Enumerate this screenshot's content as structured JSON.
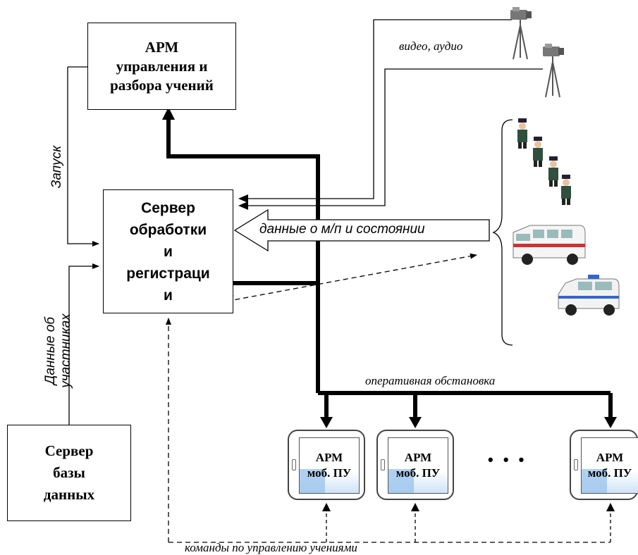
{
  "boxes": {
    "arm_control": [
      "АРМ",
      "управления и",
      "разбора учений"
    ],
    "server_processing": [
      "Сервер",
      "обработки",
      "и",
      "регистраци",
      "и"
    ],
    "server_db": [
      "Сервер",
      "базы",
      "данных"
    ]
  },
  "tablets": [
    {
      "line1": "АРМ",
      "line2": "моб. ПУ"
    },
    {
      "line1": "АРМ",
      "line2": "моб. ПУ"
    },
    {
      "line1": "АРМ",
      "line2": "моб. ПУ"
    }
  ],
  "labels": {
    "video_audio": "видео, аудио",
    "launch": "Запуск",
    "participants_data": [
      "Данные об",
      "участниках"
    ],
    "mp_state": "данные о м/п и состоянии",
    "operational": "оперативная обстановка",
    "commands": "команды по управлению учениями",
    "ellipsis": "• • •"
  },
  "icons": [
    "video-camera-icon",
    "video-camera-icon",
    "police-officer-icon",
    "police-officer-icon",
    "police-officer-icon",
    "police-officer-icon",
    "ambulance-van-icon",
    "police-suv-icon"
  ]
}
